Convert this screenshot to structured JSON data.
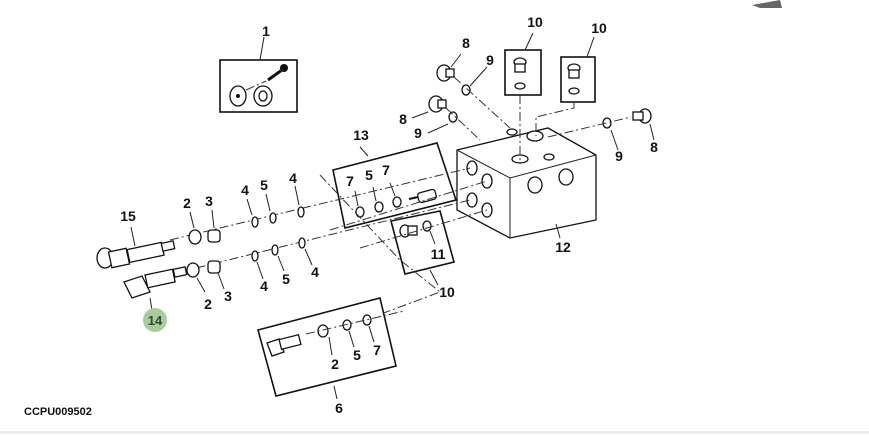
{
  "diagram": {
    "title": "Exploded parts view",
    "reference_code": "CCPU009502",
    "highlight_color": "#a8cca0",
    "callouts": {
      "c1": "1",
      "c2a": "2",
      "c2b": "2",
      "c2c": "2",
      "c3a": "3",
      "c3b": "3",
      "c4a": "4",
      "c4b": "4",
      "c4c": "4",
      "c4d": "4",
      "c5a": "5",
      "c5b": "5",
      "c5c": "5",
      "c5d": "5",
      "c6": "6",
      "c7a": "7",
      "c7b": "7",
      "c7c": "7",
      "c8a": "8",
      "c8b": "8",
      "c8c": "8",
      "c9a": "9",
      "c9b": "9",
      "c9c": "9",
      "c10a": "10",
      "c10b": "10",
      "c10c": "10",
      "c11": "11",
      "c12": "12",
      "c13": "13",
      "c14": "14",
      "c15": "15"
    },
    "highlighted_part": "14"
  }
}
